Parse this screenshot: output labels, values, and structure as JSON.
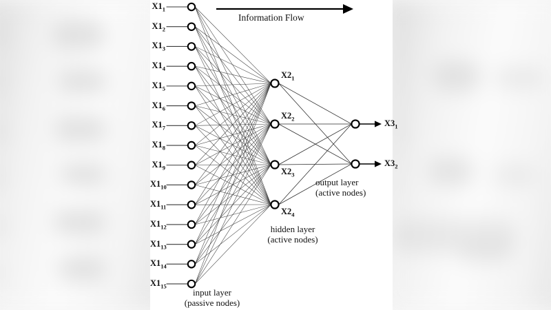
{
  "figure": {
    "type": "neural-network-diagram",
    "flow_label": "Information Flow",
    "background_style": "blurred-grey-photo"
  },
  "layers": {
    "input": {
      "caption_line1": "input layer",
      "caption_line2": "(passive nodes)",
      "count": 15,
      "nodes": [
        {
          "base": "X1",
          "index": "1"
        },
        {
          "base": "X1",
          "index": "2"
        },
        {
          "base": "X1",
          "index": "3"
        },
        {
          "base": "X1",
          "index": "4"
        },
        {
          "base": "X1",
          "index": "5"
        },
        {
          "base": "X1",
          "index": "6"
        },
        {
          "base": "X1",
          "index": "7"
        },
        {
          "base": "X1",
          "index": "8"
        },
        {
          "base": "X1",
          "index": "9"
        },
        {
          "base": "X1",
          "index": "10"
        },
        {
          "base": "X1",
          "index": "11"
        },
        {
          "base": "X1",
          "index": "12"
        },
        {
          "base": "X1",
          "index": "13"
        },
        {
          "base": "X1",
          "index": "14"
        },
        {
          "base": "X1",
          "index": "15"
        }
      ]
    },
    "hidden": {
      "caption_line1": "hidden layer",
      "caption_line2": "(active nodes)",
      "count": 4,
      "nodes": [
        {
          "base": "X2",
          "index": "1"
        },
        {
          "base": "X2",
          "index": "2"
        },
        {
          "base": "X2",
          "index": "3"
        },
        {
          "base": "X2",
          "index": "4"
        }
      ]
    },
    "output": {
      "caption_line1": "output layer",
      "caption_line2": "(active nodes)",
      "count": 2,
      "nodes": [
        {
          "base": "X3",
          "index": "1"
        },
        {
          "base": "X3",
          "index": "2"
        }
      ]
    }
  },
  "connections": {
    "input_to_hidden": "fully-connected",
    "hidden_to_output": "fully-connected"
  },
  "colors": {
    "ink": "#111111",
    "edge": "#3a3a3a",
    "node_fill": "#ffffff",
    "node_stroke": "#000000",
    "card": "#ffffff",
    "backdrop": "#e9e9e9"
  }
}
